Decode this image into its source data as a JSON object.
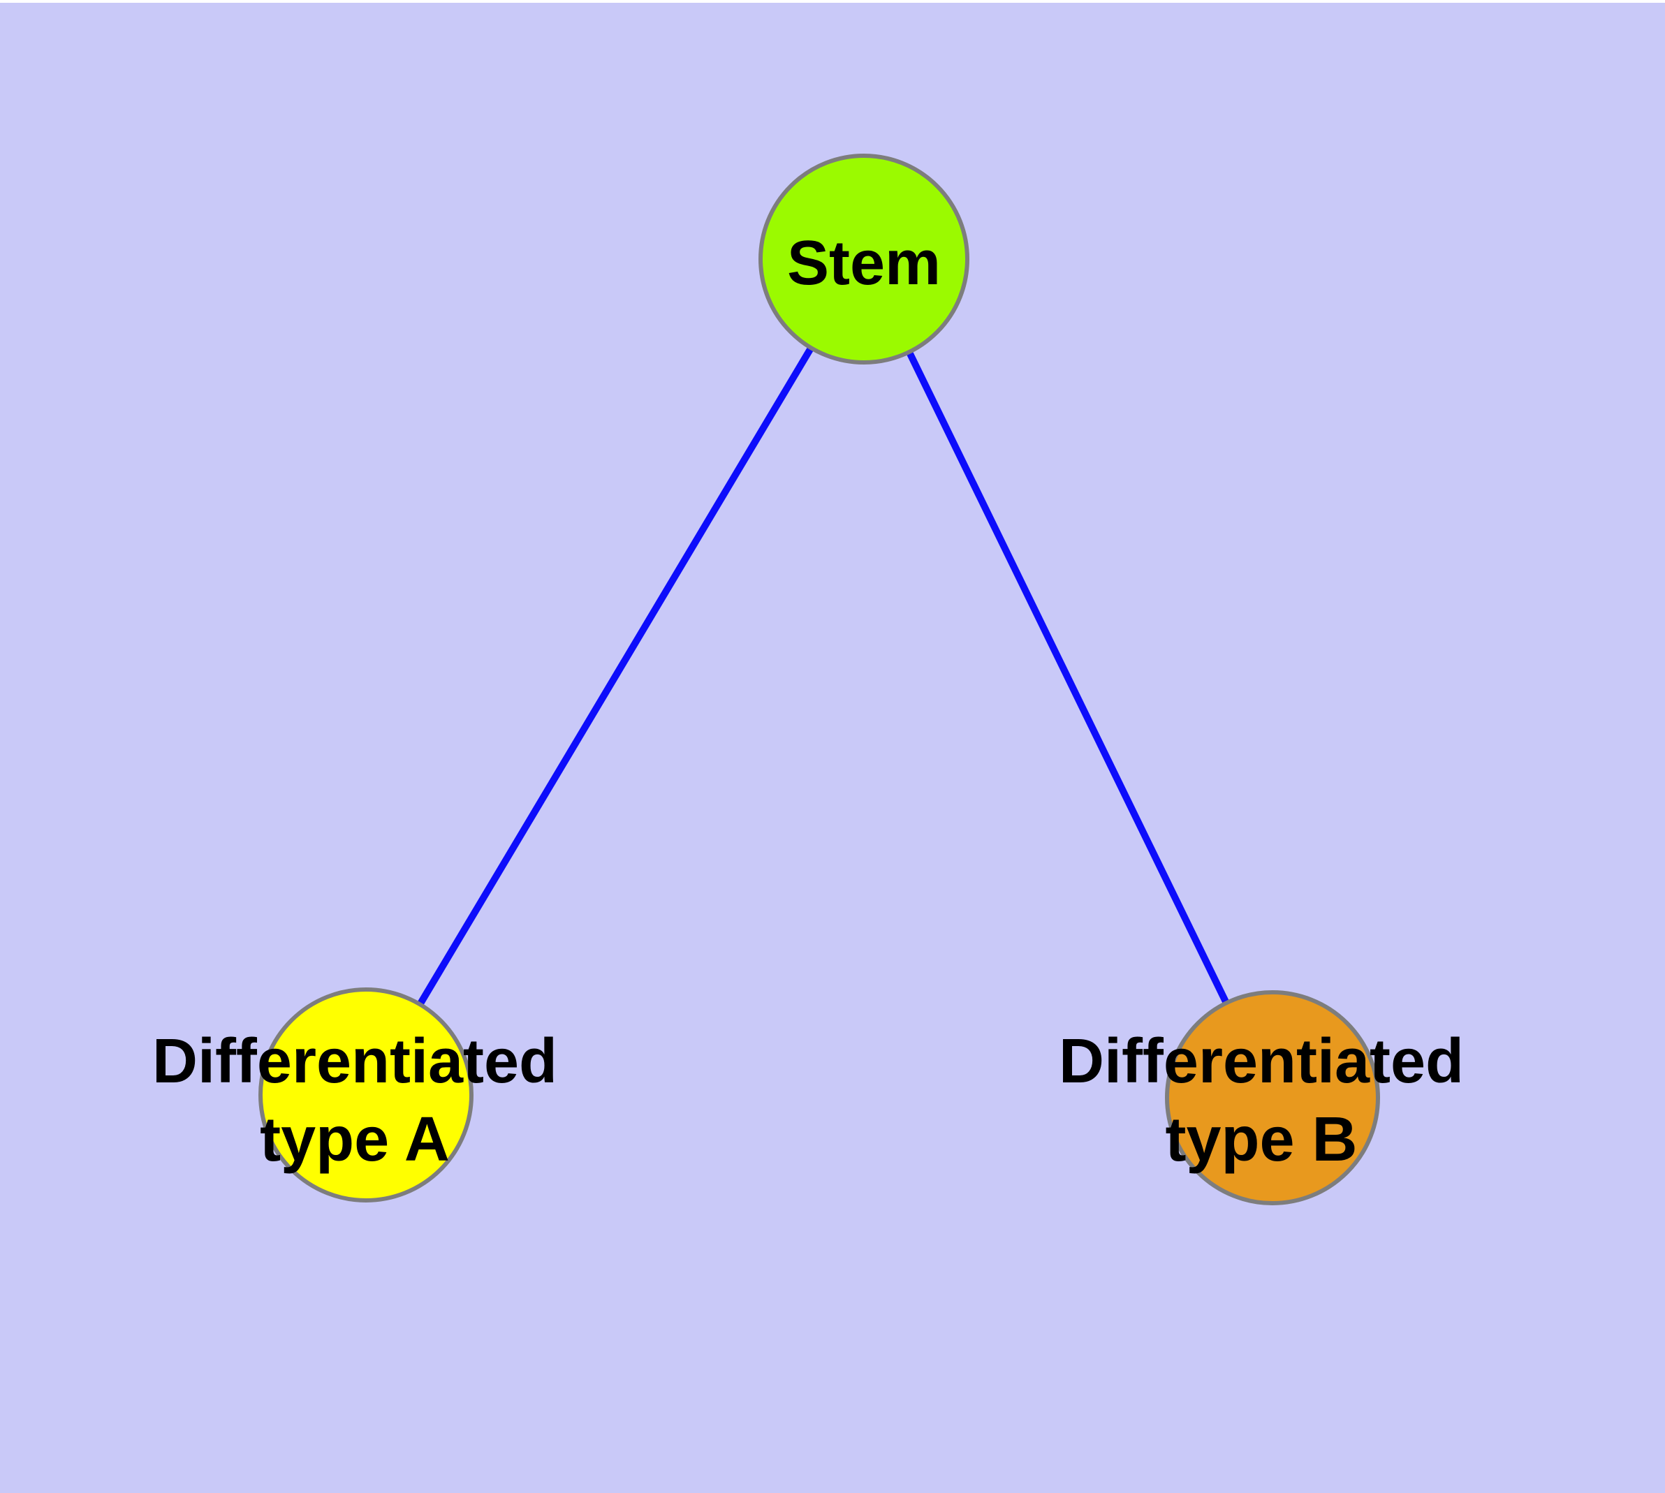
{
  "diagram": {
    "background_color": "#C9C9F8",
    "top_strip_color": "#FFFFFF",
    "edge_color": "#0D0DFB",
    "node_border_color": "#7D7D7D",
    "text_color": "#000000",
    "nodes": {
      "stem": {
        "label": "Stem",
        "fill_color": "#9BFA00"
      },
      "type_a": {
        "label_line1": "Differentiated",
        "label_line2": "type A",
        "fill_color": "#FFFF00"
      },
      "type_b": {
        "label_line1": "Differentiated",
        "label_line2": "type B",
        "fill_color": "#E8991E"
      }
    },
    "edges": [
      {
        "from": "Stem",
        "to": "Differentiated type A"
      },
      {
        "from": "Stem",
        "to": "Differentiated type B"
      }
    ]
  }
}
